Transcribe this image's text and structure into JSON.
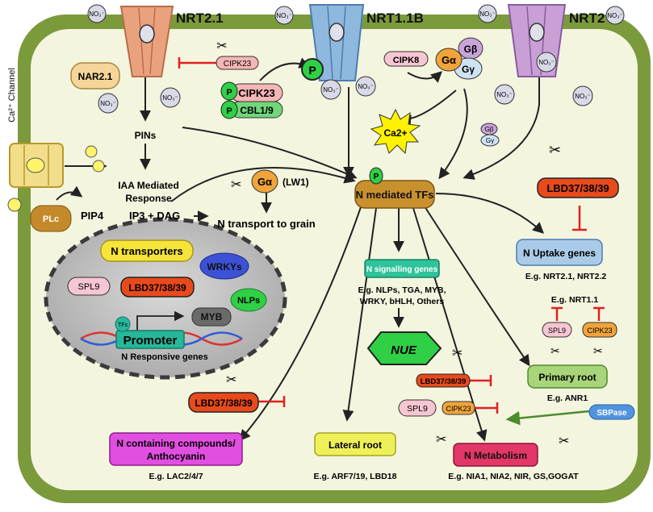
{
  "channels": {
    "ca_channel": "Ca²⁺ Channel",
    "ca_ion": "Ca2+",
    "nrt21": "NRT2.1",
    "nrt11b": "NRT1.1B",
    "nrt2": "NRT2"
  },
  "ions": {
    "no3": "NO₃⁻"
  },
  "proteins": {
    "nar21": "NAR2.1",
    "cipk23": "CIPK23",
    "cipk8": "CIPK8",
    "cbl19": "CBL1/9",
    "p": "P",
    "g_alpha": "Gα",
    "g_beta": "Gβ",
    "g_gamma": "Gγ",
    "lw1": "(LW1)",
    "plc": "PLc",
    "ca2": "Ca2+",
    "sbpase": "SBPase",
    "spl9": "SPL9",
    "lbd": "LBD37/38/39"
  },
  "text": {
    "pins": "PINs",
    "iaa1": "IAA Mediated",
    "iaa2": "Response",
    "pip4": "PIP4",
    "ip3": "IP3 + DAG",
    "transport": "N transport to grain",
    "n_tfs": "N mediated TFs",
    "n_uptake": "N Uptake genes",
    "uptake_eg": "E.g. NRT2.1, NRT2.2",
    "n_signalling": "N signalling genes",
    "sig_eg1": "E.g. NLPs, TGA, MYB,",
    "sig_eg2": "WRKY, bHLH, Others",
    "nue": "NUE",
    "eg_nrt11": "E.g. NRT1.1",
    "primary_root": "Primary root",
    "anr1": "E.g. ANR1",
    "n_compounds1": "N containing compounds/",
    "n_compounds2": "Anthocyanin",
    "lac": "E.g. LAC2/4/7",
    "lateral_root": "Lateral root",
    "arf": "E.g. ARF7/19, LBD18",
    "n_metab": "N Metabolism",
    "nia": "E.g. NIA1, NIA2, NIR, GS,GOGAT"
  },
  "nucleus": {
    "n_transporters": "N transporters",
    "wrkys": "WRKYs",
    "spl9": "SPL9",
    "lbd": "LBD37/38/39",
    "nlps": "NLPs",
    "myb": "MYB",
    "tfs": "TFs",
    "promoter": "Promoter",
    "responsive": "N Responsive genes"
  }
}
